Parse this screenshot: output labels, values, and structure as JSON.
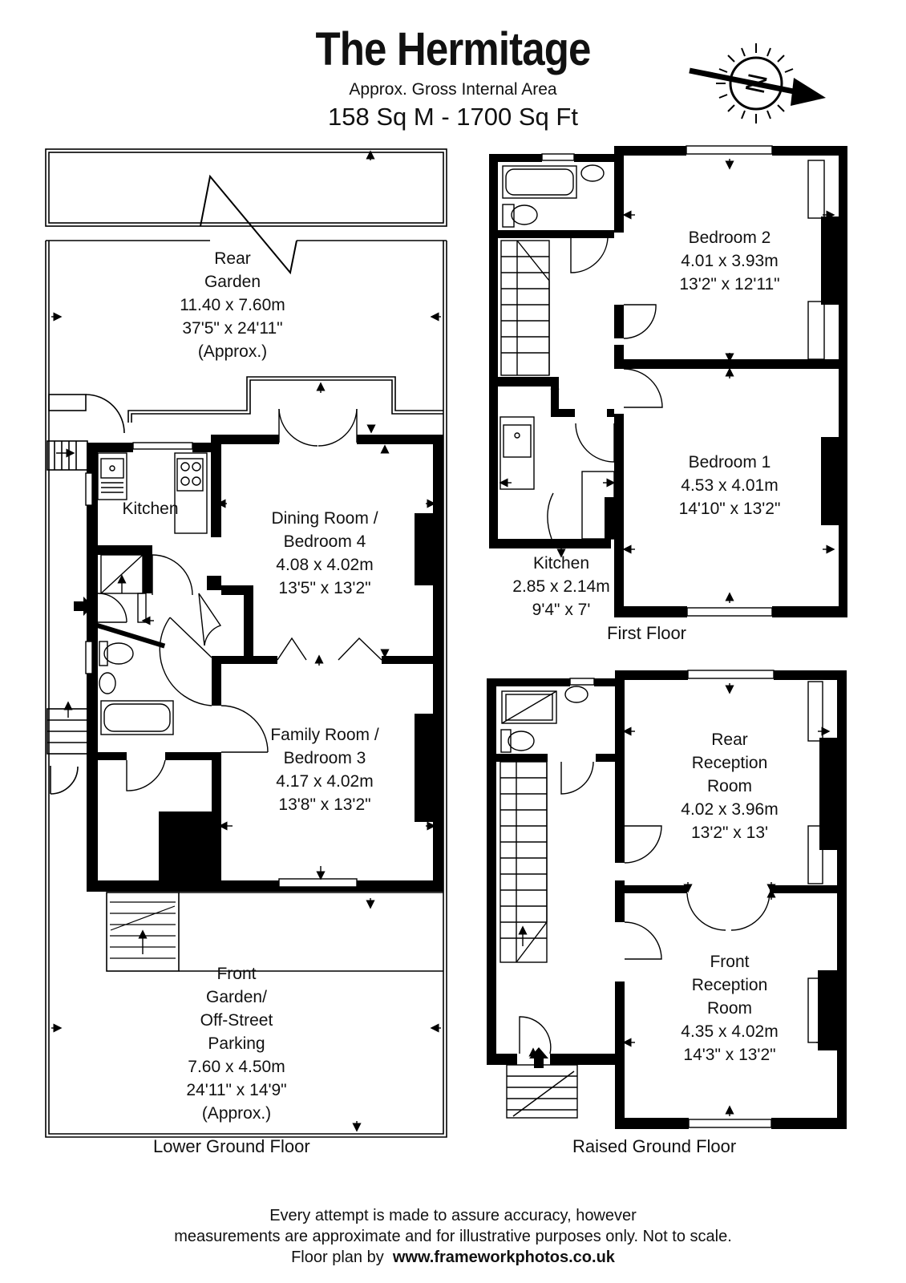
{
  "header": {
    "title": "The Hermitage",
    "subtitle": "Approx. Gross Internal Area",
    "area": "158 Sq M - 1700 Sq Ft"
  },
  "compass": {
    "letter": "N",
    "icon": "north-arrow-icon"
  },
  "rooms": {
    "rear_garden": [
      "Rear",
      "Garden",
      "11.40 x 7.60m",
      "37'5\" x 24'11\"",
      "(Approx.)"
    ],
    "kitchen_lower": [
      "Kitchen"
    ],
    "dining_room": [
      "Dining Room /",
      "Bedroom 4",
      "4.08 x 4.02m",
      "13'5\" x 13'2\""
    ],
    "family_room": [
      "Family Room /",
      "Bedroom 3",
      "4.17 x 4.02m",
      "13'8\" x 13'2\""
    ],
    "front_garden": [
      "Front",
      "Garden/",
      "Off-Street",
      "Parking",
      "7.60 x 4.50m",
      "24'11\" x 14'9\"",
      "(Approx.)"
    ],
    "bedroom_2": [
      "Bedroom 2",
      "4.01 x 3.93m",
      "13'2\" x 12'11\""
    ],
    "bedroom_1": [
      "Bedroom 1",
      "4.53 x 4.01m",
      "14'10\" x 13'2\""
    ],
    "kitchen_first": [
      "Kitchen",
      "2.85 x 2.14m",
      "9'4\" x 7'"
    ],
    "rear_reception": [
      "Rear",
      "Reception",
      "Room",
      "4.02 x 3.96m",
      "13'2\" x 13'"
    ],
    "front_reception": [
      "Front",
      "Reception",
      "Room",
      "4.35 x 4.02m",
      "14'3\" x 13'2\""
    ]
  },
  "floors": {
    "lower": "Lower Ground Floor",
    "first": "First Floor",
    "raised": "Raised Ground Floor"
  },
  "disclaimer": {
    "line1": "Every attempt is made to assure accuracy, however",
    "line2": "measurements are approximate and for illustrative purposes only. Not to scale.",
    "line3_prefix": "Floor plan by",
    "line3_link": "www.frameworkphotos.co.uk"
  }
}
